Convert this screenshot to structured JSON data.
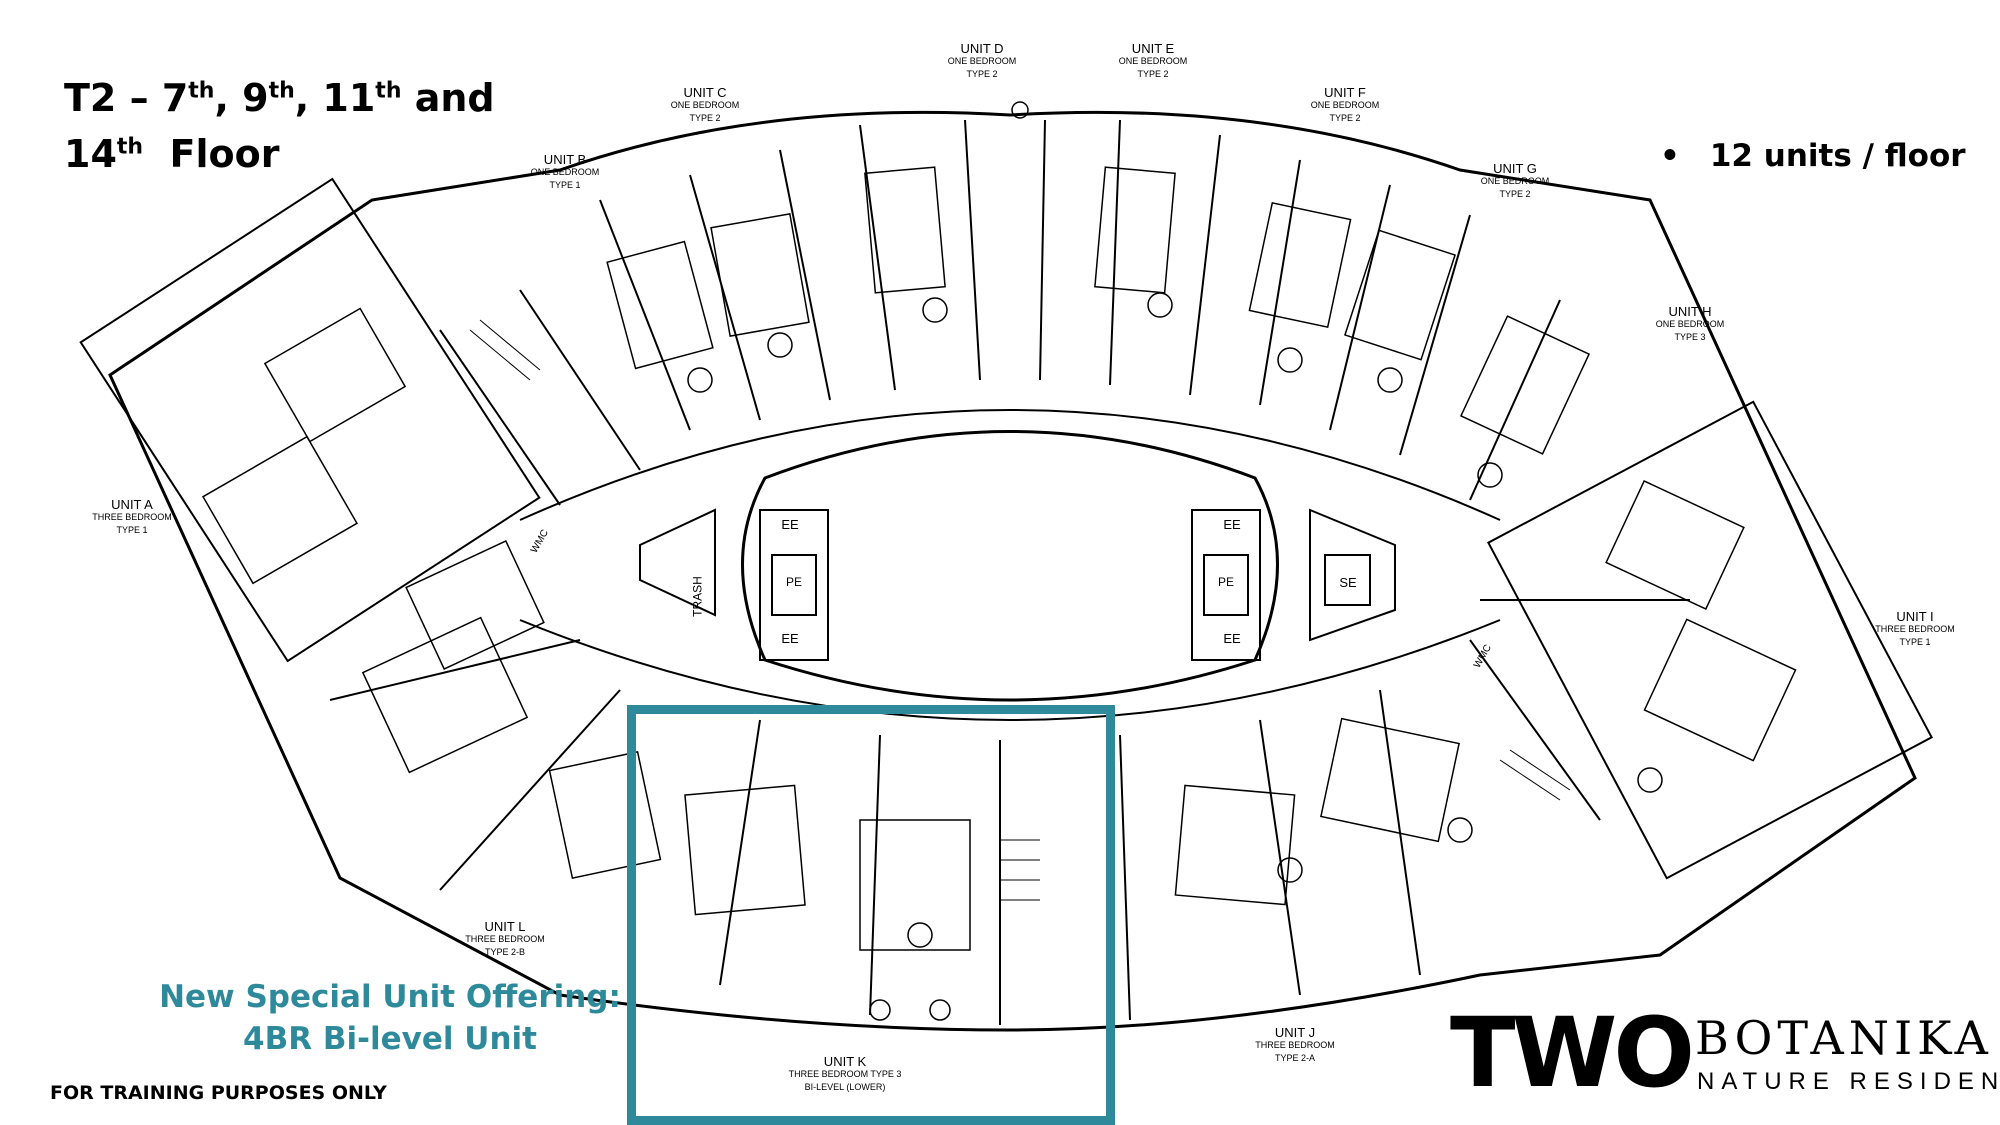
{
  "heading": {
    "prefix": "T2 – 7",
    "sup1": "th",
    "sep1": ", 9",
    "sup2": "th",
    "sep2": ", 11",
    "sup3": "th",
    "sep3": " and",
    "line2_num": "14",
    "sup4": "th",
    "line2_rest": "  Floor"
  },
  "units_per_floor": {
    "bullet": "•",
    "text": "12 units / floor"
  },
  "offering": {
    "line1": "New Special Unit Offering:",
    "line2": "4BR Bi-level Unit"
  },
  "training_note": "FOR TRAINING PURPOSES ONLY",
  "brand": {
    "wordmark": "TWO",
    "name": "BOTANIKA",
    "tagline": "NATURE RESIDENCES"
  },
  "accent_color": "#2e8a9a",
  "core_labels": [
    "EE",
    "EE",
    "EE",
    "EE",
    "PE",
    "PE",
    "SE",
    "TRASH",
    "WMC",
    "WMC"
  ],
  "units": [
    {
      "name": "UNIT A",
      "type": "THREE BEDROOM",
      "variant": "TYPE 1"
    },
    {
      "name": "UNIT B",
      "type": "ONE BEDROOM",
      "variant": "TYPE 1"
    },
    {
      "name": "UNIT C",
      "type": "ONE BEDROOM",
      "variant": "TYPE 2"
    },
    {
      "name": "UNIT D",
      "type": "ONE BEDROOM",
      "variant": "TYPE 2"
    },
    {
      "name": "UNIT E",
      "type": "ONE BEDROOM",
      "variant": "TYPE 2"
    },
    {
      "name": "UNIT F",
      "type": "ONE BEDROOM",
      "variant": "TYPE 2"
    },
    {
      "name": "UNIT G",
      "type": "ONE BEDROOM",
      "variant": "TYPE 2"
    },
    {
      "name": "UNIT H",
      "type": "ONE BEDROOM",
      "variant": "TYPE 3"
    },
    {
      "name": "UNIT I",
      "type": "THREE BEDROOM",
      "variant": "TYPE 1"
    },
    {
      "name": "UNIT J",
      "type": "THREE BEDROOM",
      "variant": "TYPE 2-A"
    },
    {
      "name": "UNIT K",
      "type": "THREE BEDROOM TYPE 3",
      "variant": "BI-LEVEL (LOWER)"
    },
    {
      "name": "UNIT L",
      "type": "THREE BEDROOM",
      "variant": "TYPE 2-B"
    }
  ]
}
